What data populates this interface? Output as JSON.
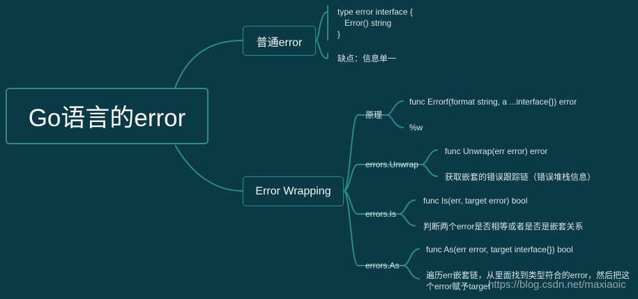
{
  "mindmap": {
    "root": {
      "label": "Go语言的error"
    },
    "ordinary_error": {
      "label": "普通error",
      "interface_lines": [
        "type error interface {",
        "   Error() string",
        "}"
      ],
      "drawback": "缺点：信息单一"
    },
    "error_wrapping": {
      "label": "Error Wrapping",
      "topics": [
        {
          "label": "原理",
          "details": [
            "func Errorf(format string, a ...interface{}) error",
            "%w"
          ]
        },
        {
          "label": "errors.Unwrap",
          "details": [
            "func Unwrap(err error) error",
            "获取嵌套的错误跟踪链（错误堆栈信息）"
          ]
        },
        {
          "label": "errors.Is",
          "details": [
            "func Is(err, target error) bool",
            "判断两个error是否相等或者是否是嵌套关系"
          ]
        },
        {
          "label": "errors.As",
          "details": [
            "func As(err error, target interface{}) bool",
            "遍历err嵌套链，从里面找到类型符合的error，然后把这",
            "个error赋予target"
          ]
        }
      ]
    },
    "colors": {
      "background": "#0b3a46",
      "connector": "#2c8b86",
      "text": "#d9e7ea"
    }
  },
  "watermark": "https://blog.csdn.net/maxiaoic"
}
